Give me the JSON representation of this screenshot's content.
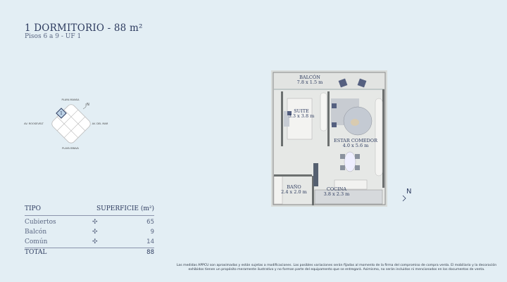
{
  "header": {
    "title": "1 DORMITORIO  - 88 m²",
    "subtitle": "Pisos 6 a 9 - UF 1"
  },
  "keyplan": {
    "north": "PLAYA MANSA",
    "south": "PLAYA BRAVA",
    "west": "AV. ROOSEVELT",
    "east": "AV. DEL MAR",
    "unit": "1",
    "compass": "N"
  },
  "table": {
    "col_tipo": "TIPO",
    "col_sup": "SUPERFICIE (m²)",
    "rows": [
      {
        "label": "Cubiertos",
        "value": "65"
      },
      {
        "label": "Balcón",
        "value": "9"
      },
      {
        "label": "Común",
        "value": "14"
      }
    ],
    "total_label": "TOTAL",
    "total_value": "88",
    "plus_icon": "✣"
  },
  "plan": {
    "balcon": "BALCÓN",
    "balcon_dim": "7.8 x 1.5 m",
    "suite": "SUITE",
    "suite_dim": "3.3 x 3.8 m",
    "estar": "ESTAR COMEDOR",
    "estar_dim": "4.0 x 5.6 m",
    "bano": "BAÑO",
    "bano_dim": "2.4 x 2.0 m",
    "cocina": "COCINA",
    "cocina_dim": "3.8 x 2.3 m",
    "north": "N"
  },
  "disclaimer": "Las medidas APPCU son aproximadas y están sujetas a modificaciones. Las posibles variaciones serán fijadas al momento de la firma del compromiso de compra venta.  El mobiliario y la decoración exhibidos tienen un propósito meramente ilustrativo y no forman parte del equipamento que se entregará. Asimismo, no serán incluidos ni mencionados en los documentos de venta."
}
